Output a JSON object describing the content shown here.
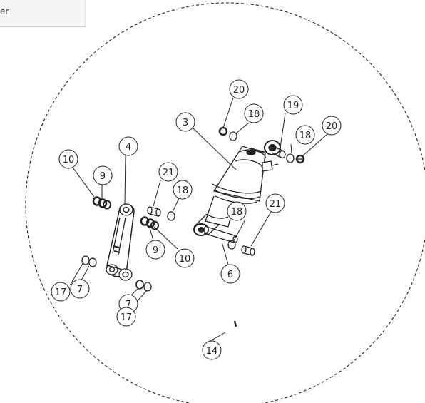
{
  "header": {
    "text": "er"
  },
  "colors": {
    "line": "#222222",
    "background": "#ffffff"
  },
  "callouts": {
    "c20a": "20",
    "c18a": "18",
    "c3": "3",
    "c19": "19",
    "c18b": "18",
    "c20b": "20",
    "c10a": "10",
    "c9a": "9",
    "c4": "4",
    "c21a": "21",
    "c18c": "18",
    "c18d": "18",
    "c21b": "21",
    "c9b": "9",
    "c10b": "10",
    "c6": "6",
    "c17a": "17",
    "c7a": "7",
    "c7b": "7",
    "c17b": "17",
    "c14": "14"
  }
}
